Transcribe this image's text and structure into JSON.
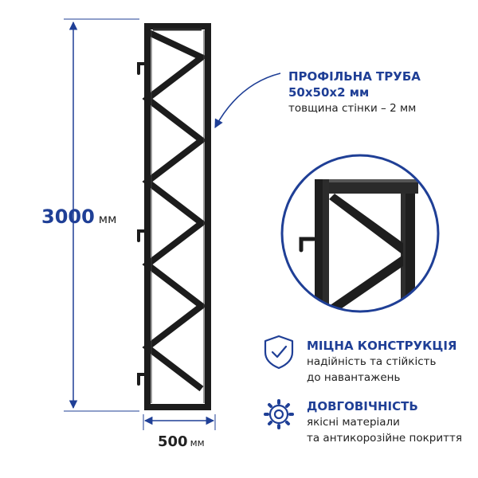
{
  "dimensions": {
    "height": {
      "value": "3000",
      "unit": "мм"
    },
    "width": {
      "value": "500",
      "unit": "мм"
    }
  },
  "profile": {
    "title": "ПРОФІЛЬНА ТРУБА",
    "size": "50х50х2 мм",
    "note": "товщина стінки – 2 мм"
  },
  "features": [
    {
      "icon": "shield-check-icon",
      "title": "МІЦНА КОНСТРУКЦІЯ",
      "lines": [
        "надійність та стійкість",
        "до навантажень"
      ]
    },
    {
      "icon": "gear-icon",
      "title": "ДОВГОВІЧНІСТЬ",
      "lines": [
        "якісні матеріали",
        "та антикорозійне покриття"
      ]
    }
  ],
  "colors": {
    "accent": "#1f3f96",
    "metal": "#1c1c1c",
    "text": "#222222"
  }
}
